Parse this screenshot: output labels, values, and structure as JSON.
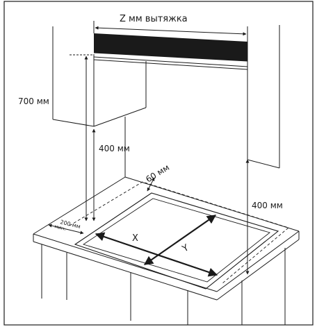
{
  "labels": {
    "hood_width": "Z мм вытяжка",
    "cabinet_height": "700 мм",
    "cabinet_clearance": "400 мм",
    "hood_clearance": "400 мм",
    "back_gap": "60 мм",
    "side_gap_value": "200 мм",
    "side_gap_note": "мин.",
    "dim_x": "X",
    "dim_y": "Y"
  },
  "colors": {
    "line": "#1a1a1a",
    "hood_fill": "#1a1a1a",
    "background": "#ffffff"
  }
}
